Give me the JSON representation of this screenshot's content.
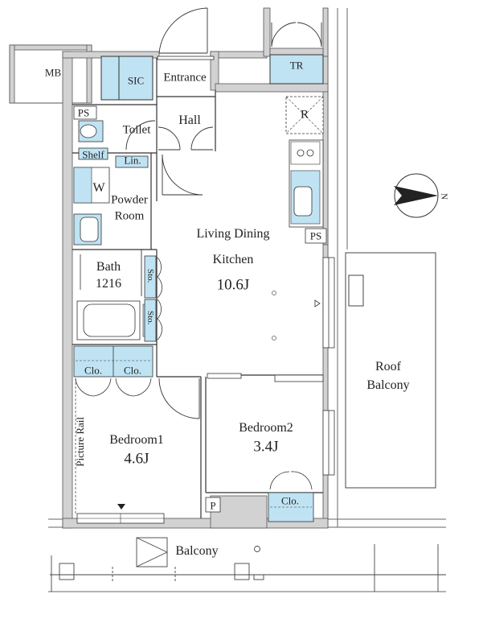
{
  "rooms": {
    "mb": "MB",
    "sic": "SIC",
    "entrance": "Entrance",
    "tr": "TR",
    "ps_top": "PS",
    "toilet": "Toilet",
    "hall": "Hall",
    "r": "R",
    "shelf": "Shelf",
    "lin": "Lin.",
    "w": "W",
    "powder_l1": "Powder",
    "powder_l2": "Room",
    "ldk_l1": "Living Dining",
    "ldk_l2": "Kitchen",
    "ldk_size": "10.6J",
    "ps_kitchen": "PS",
    "bath_l1": "Bath",
    "bath_l2": "1216",
    "sto1": "Sto.",
    "sto2": "Sto.",
    "clo1": "Clo.",
    "clo2": "Clo.",
    "roof_l1": "Roof",
    "roof_l2": "Balcony",
    "bed2_name": "Bedroom2",
    "bed2_size": "3.4J",
    "bed1_name": "Bedroom1",
    "bed1_size": "4.6J",
    "picture_rail": "Picture Rail",
    "clo3": "Clo.",
    "p": "P",
    "balcony": "Balcony",
    "compass_n": "N"
  },
  "colors": {
    "wall": "#d2d2d2",
    "wall_edge": "#555555",
    "fixture_fill": "#bfe3f3",
    "line": "#222222"
  }
}
